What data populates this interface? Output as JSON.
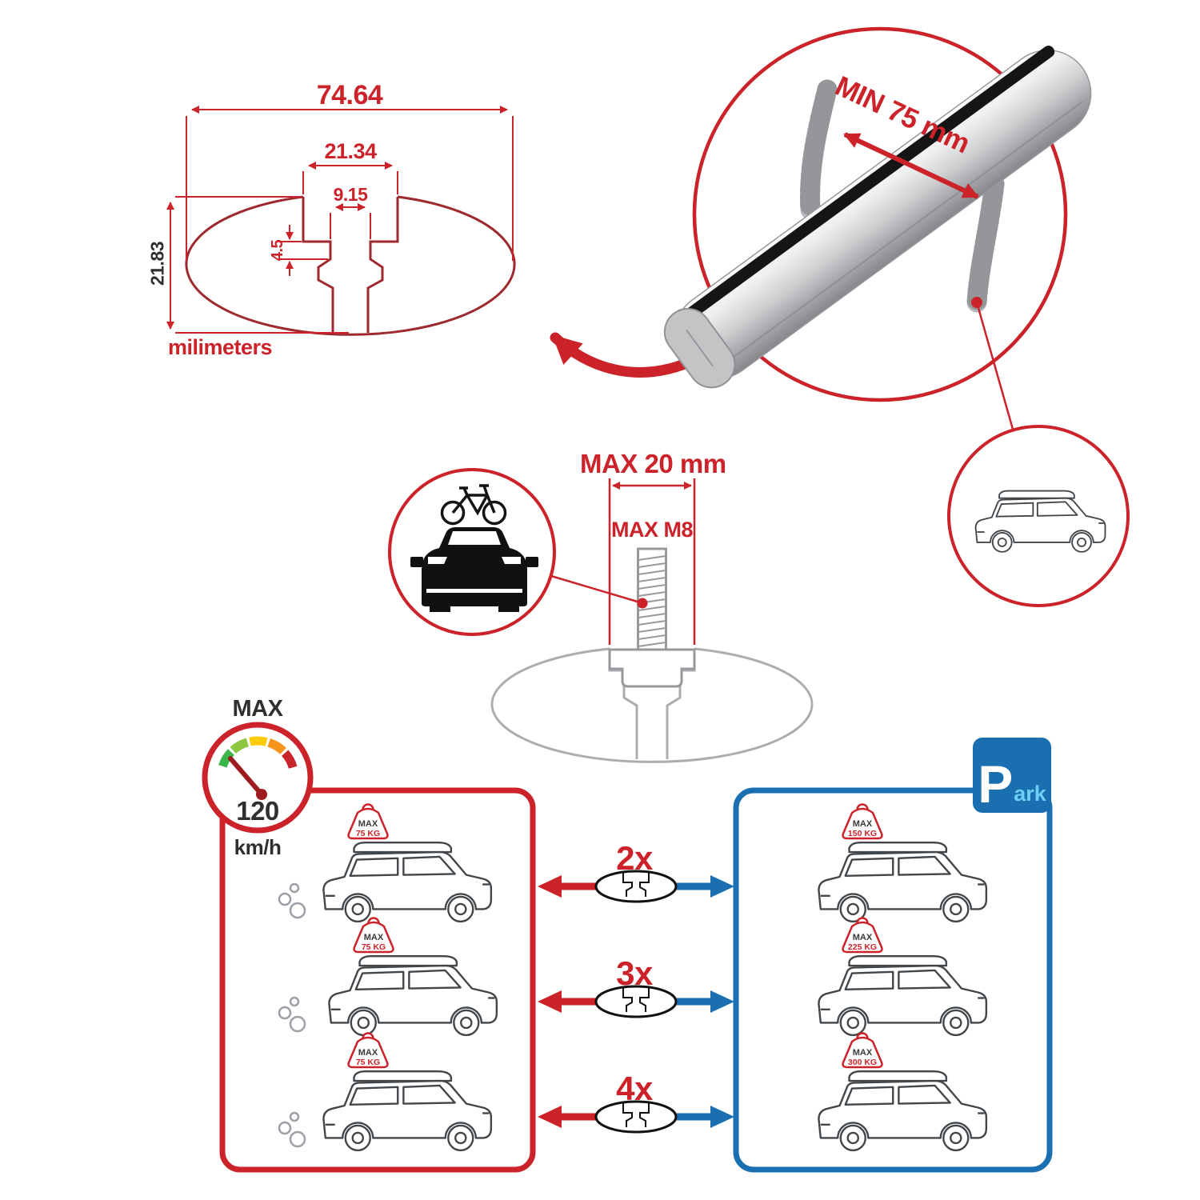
{
  "colors": {
    "red": "#cc2229",
    "dark_red": "#9e2a2f",
    "blue": "#1a6fb0",
    "light_blue": "#6dcff6",
    "black": "#231f20",
    "gray": "#a7a9ac"
  },
  "cross_section": {
    "total_width": "74.64",
    "slot_outer_width": "21.34",
    "slot_inner_width": "9.15",
    "lip_height": "4.5",
    "total_height": "21.83",
    "units": "milimeters"
  },
  "bar_detail": {
    "min_span": "MIN 75 mm"
  },
  "bolt": {
    "max_width": "MAX 20 mm",
    "max_thread": "MAX M8"
  },
  "speed_limit": {
    "label": "MAX",
    "value": "120",
    "unit": "km/h"
  },
  "parking_sign": {
    "letter": "P",
    "suffix": "ark"
  },
  "driving_cars": [
    {
      "tag_label": "MAX",
      "tag_load": "75 KG"
    },
    {
      "tag_label": "MAX",
      "tag_load": "75 KG"
    },
    {
      "tag_label": "MAX",
      "tag_load": "75 KG"
    }
  ],
  "parked_cars": [
    {
      "tag_label": "MAX",
      "tag_load": "150 KG"
    },
    {
      "tag_label": "MAX",
      "tag_load": "225 KG"
    },
    {
      "tag_label": "MAX",
      "tag_load": "300 KG"
    }
  ],
  "bar_quantities": [
    {
      "label": "2x"
    },
    {
      "label": "3x"
    },
    {
      "label": "4x"
    }
  ]
}
